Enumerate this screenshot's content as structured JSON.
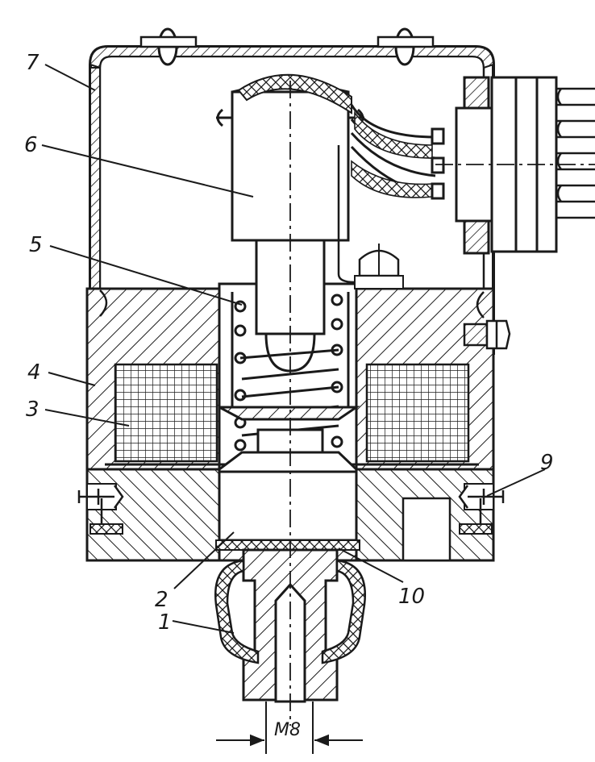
{
  "figure": {
    "callouts": {
      "c1": "1",
      "c2": "2",
      "c3": "3",
      "c4": "4",
      "c5": "5",
      "c6": "6",
      "c7": "7",
      "c9": "9",
      "c10": "10"
    },
    "thread_label": "M8"
  },
  "colors": {
    "ink": "#1a1a1a",
    "paper": "#ffffff"
  }
}
